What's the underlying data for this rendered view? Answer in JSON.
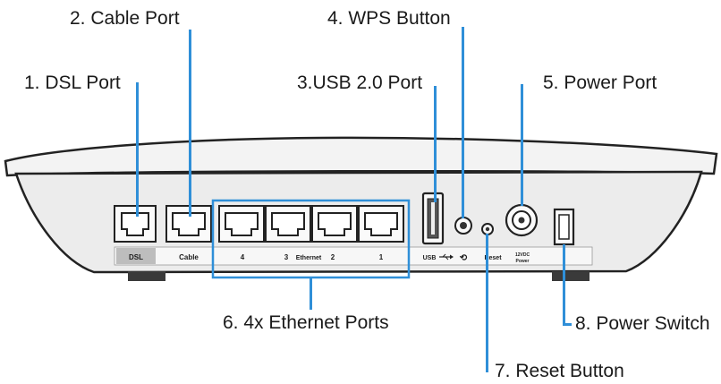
{
  "callouts": {
    "dsl_port": "1. DSL Port",
    "cable_port": "2. Cable Port",
    "usb_port": "3.USB 2.0 Port",
    "wps_button": "4. WPS Button",
    "power_port": "5. Power Port",
    "ethernet_ports": "6. 4x Ethernet Ports",
    "reset_button": "7. Reset Button",
    "power_switch": "8. Power Switch"
  },
  "panel_labels": {
    "dsl": "DSL",
    "cable": "Cable",
    "eth_4": "4",
    "eth_3": "3",
    "ethernet": "Ethernet",
    "eth_2": "2",
    "eth_1": "1",
    "usb": "USB",
    "wps_symbol": "⟲",
    "reset": "Reset",
    "power_top": "12VDC",
    "power_bottom": "Power"
  },
  "colors": {
    "leader": "#2f8fd8",
    "router_body": "#ececec",
    "outline": "#222222",
    "dsl_label_bg": "#bdbdbd"
  }
}
